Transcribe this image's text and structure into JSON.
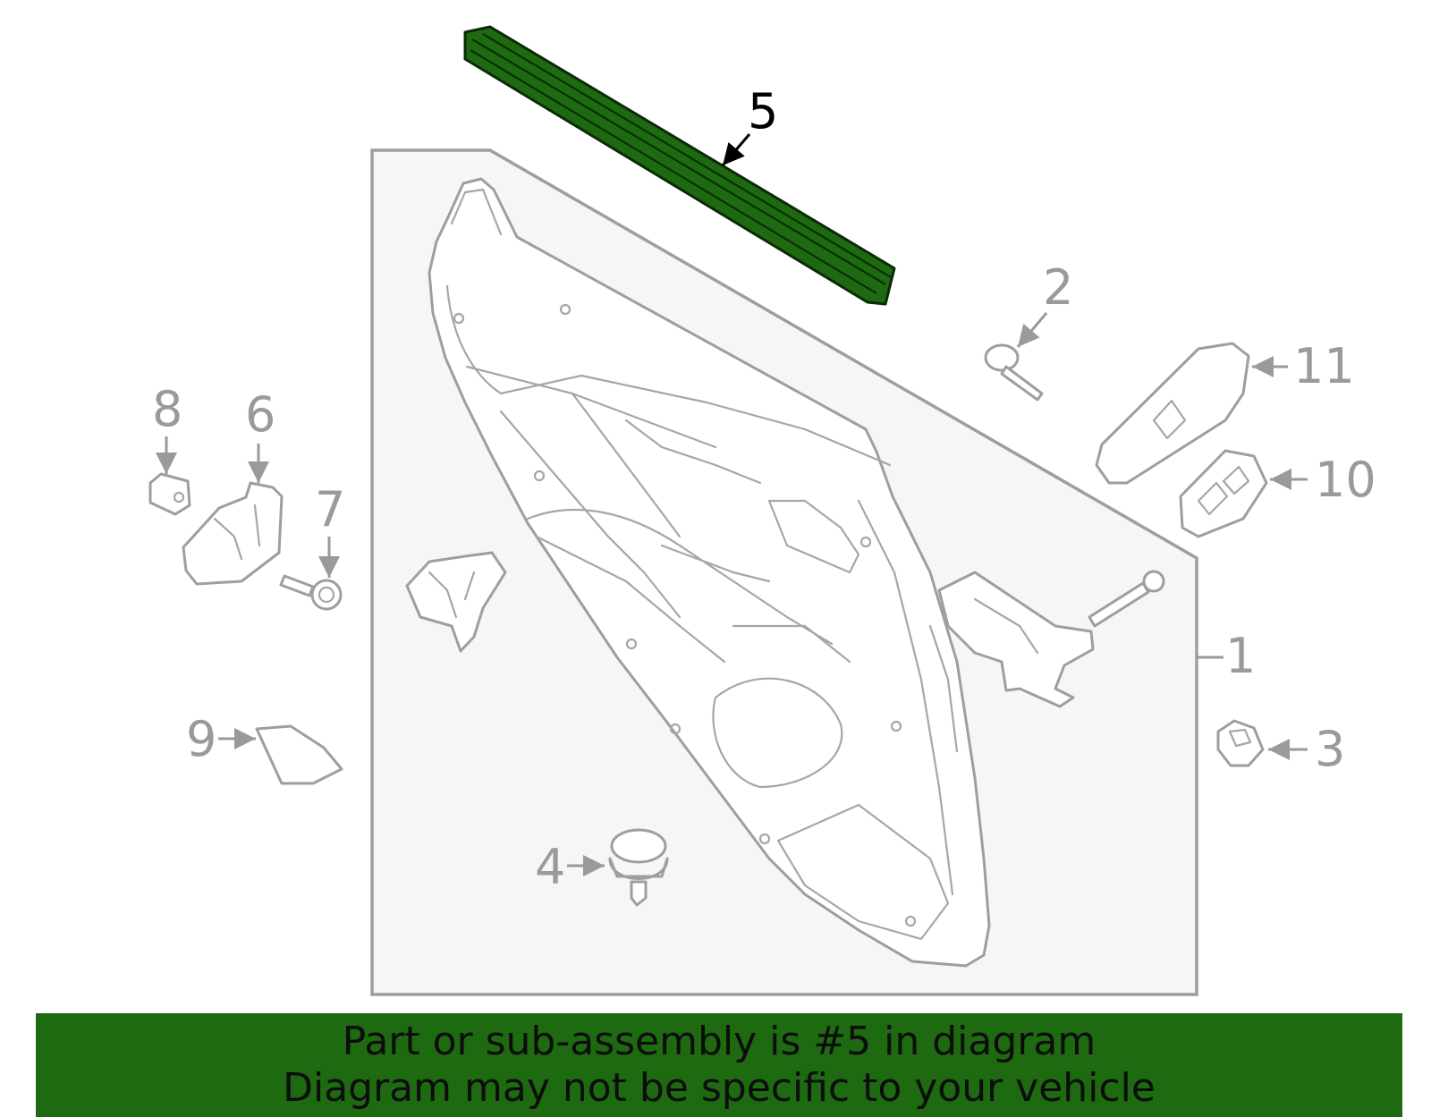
{
  "callouts": {
    "c1": "1",
    "c2": "2",
    "c3": "3",
    "c4": "4",
    "c5": "5",
    "c6": "6",
    "c7": "7",
    "c8": "8",
    "c9": "9",
    "c10": "10",
    "c11": "11"
  },
  "highlighted_part": "5",
  "colors": {
    "highlight_fill": "#1d6a10",
    "line_gray": "#9e9e9e",
    "panel_background": "#f6f6f6"
  },
  "banner": {
    "line1": "Part or sub-assembly is #5 in diagram",
    "line2": "Diagram may not be specific to your vehicle"
  }
}
